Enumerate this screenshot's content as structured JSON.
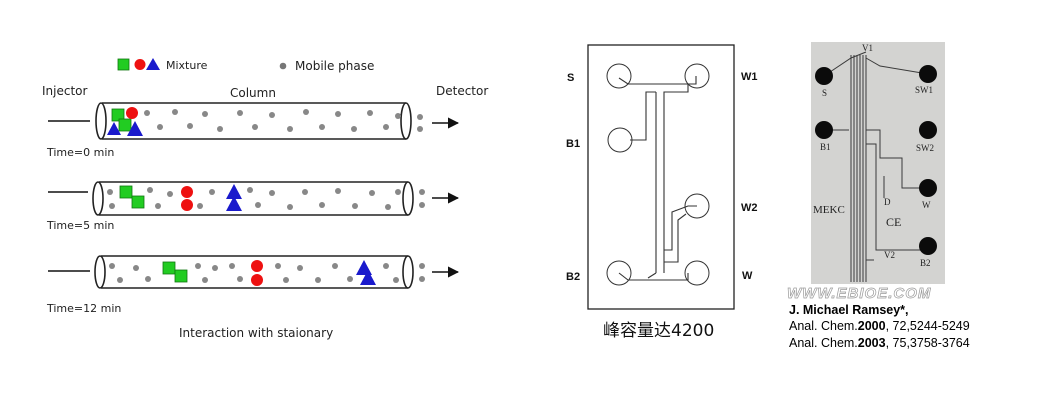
{
  "panel1": {
    "legend_mixture": "Mixture",
    "legend_mobile": "Mobile phase",
    "label_injector": "Injector",
    "label_column": "Column",
    "label_detector": "Detector",
    "times": [
      "Time=0 min",
      "Time=5 min",
      "Time=12 min"
    ],
    "caption": "Interaction with staionary",
    "colors": {
      "square": "#22cc22",
      "circle": "#ee1111",
      "triangle": "#1a1acc"
    }
  },
  "panel2": {
    "labels": {
      "s": "S",
      "b1": "B1",
      "b2": "B2",
      "w1": "W1",
      "w2": "W2",
      "w": "W"
    },
    "caption": "峰容量达4200"
  },
  "panel3": {
    "labels": {
      "v1": "V1",
      "s": "S",
      "sw1": "SW1",
      "b1": "B1",
      "sw2": "SW2",
      "mekc": "MEKC",
      "d": "D",
      "w": "W",
      "ce": "CE",
      "v2": "V2",
      "b2": "B2"
    },
    "watermark": "WWW.EBIOE.COM",
    "author": "J. Michael Ramsey*,",
    "refs": [
      {
        "journal": "Anal. Chem.",
        "year": "2000",
        "rest": ", 72,5244-5249"
      },
      {
        "journal": "Anal. Chem.",
        "year": "2003",
        "rest": ", 75,3758-3764"
      }
    ]
  }
}
